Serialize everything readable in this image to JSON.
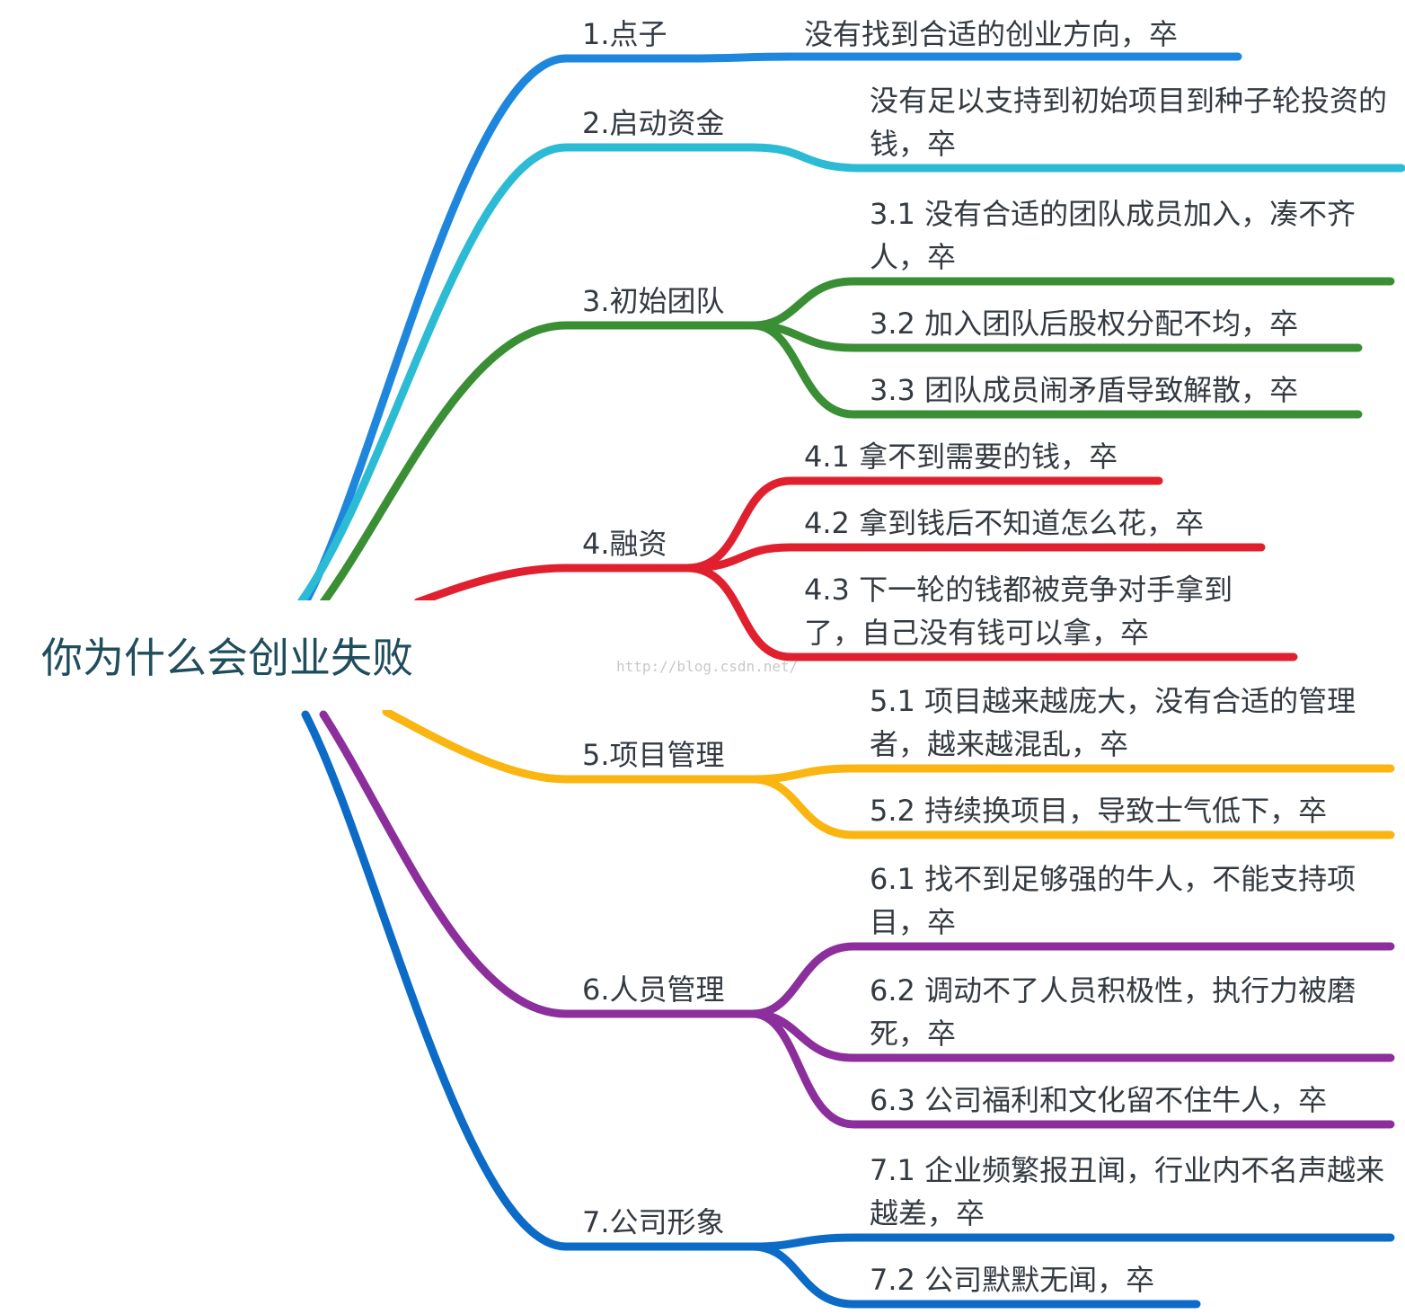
{
  "root": "你为什么会创业失败",
  "watermark": "http://blog.csdn.net/",
  "branches": [
    {
      "label": "1.点子",
      "color": "#1e86dd",
      "leaves": [
        "没有找到合适的创业方向，卒"
      ]
    },
    {
      "label": "2.启动资金",
      "color": "#2cbbd4",
      "leaves": [
        "没有足以支持到初始项目到种子轮投资的钱，卒"
      ]
    },
    {
      "label": "3.初始团队",
      "color": "#3a8f35",
      "leaves": [
        "3.1 没有合适的团队成员加入，凑不齐人，卒",
        "3.2 加入团队后股权分配不均，卒",
        "3.3 团队成员闹矛盾导致解散，卒"
      ]
    },
    {
      "label": "4.融资",
      "color": "#e0202f",
      "leaves": [
        "4.1 拿不到需要的钱，卒",
        "4.2 拿到钱后不知道怎么花，卒",
        "4.3 下一轮的钱都被竞争对手拿到了，自己没有钱可以拿，卒"
      ]
    },
    {
      "label": "5.项目管理",
      "color": "#fab511",
      "leaves": [
        "5.1 项目越来越庞大，没有合适的管理者，越来越混乱，卒",
        "5.2 持续换项目，导致士气低下，卒"
      ]
    },
    {
      "label": "6.人员管理",
      "color": "#8c2f9c",
      "leaves": [
        "6.1 找不到足够强的牛人，不能支持项目，卒",
        "6.2 调动不了人员积极性，执行力被磨死，卒",
        "6.3 公司福利和文化留不住牛人，卒"
      ]
    },
    {
      "label": "7.公司形象",
      "color": "#0b6bc7",
      "leaves": [
        "7.1 企业频繁报丑闻，行业内不名声越来越差，卒",
        "7.2 公司默默无闻，卒"
      ]
    }
  ]
}
